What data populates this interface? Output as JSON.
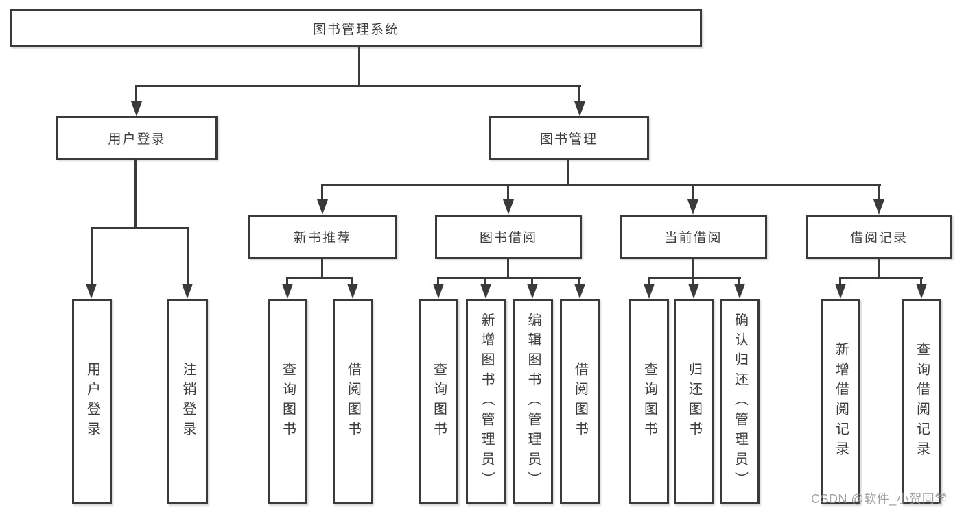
{
  "diagram": {
    "title": "图书管理系统",
    "type": "hierarchy-tree",
    "watermark": "CSDN @软件_小贺同学",
    "colors": {
      "background": "#ffffff",
      "line": "#3a3a3a",
      "box_border": "#3a3a3a",
      "box_background": "#ffffff",
      "text": "#3d3d3d",
      "watermark_text": "#949494"
    }
  },
  "nodes": {
    "root": {
      "label": "图书管理系统"
    },
    "login": {
      "label": "用户登录"
    },
    "mgmt": {
      "label": "图书管理"
    },
    "rec": {
      "label": "新书推荐"
    },
    "borrow": {
      "label": "图书借阅"
    },
    "current": {
      "label": "当前借阅"
    },
    "history": {
      "label": "借阅记录"
    },
    "login_user": {
      "label": "用户登录"
    },
    "login_logout": {
      "label": "注销登录"
    },
    "rec_query": {
      "label": "查询图书"
    },
    "rec_borrow": {
      "label": "借阅图书"
    },
    "borrow_query": {
      "label": "查询图书"
    },
    "borrow_add": {
      "label": "新增图书（管理员）"
    },
    "borrow_edit": {
      "label": "编辑图书（管理员）"
    },
    "borrow_lend": {
      "label": "借阅图书"
    },
    "current_query": {
      "label": "查询图书"
    },
    "current_return": {
      "label": "归还图书"
    },
    "current_confirm": {
      "label": "确认归还（管理员）"
    },
    "history_add": {
      "label": "新增借阅记录"
    },
    "history_query": {
      "label": "查询借阅记录"
    }
  },
  "hierarchy": {
    "图书管理系统": [
      "用户登录",
      "图书管理"
    ],
    "用户登录": [
      "用户登录",
      "注销登录"
    ],
    "图书管理": [
      "新书推荐",
      "图书借阅",
      "当前借阅",
      "借阅记录"
    ],
    "新书推荐": [
      "查询图书",
      "借阅图书"
    ],
    "图书借阅": [
      "查询图书",
      "新增图书（管理员）",
      "编辑图书（管理员）",
      "借阅图书"
    ],
    "当前借阅": [
      "查询图书",
      "归还图书",
      "确认归还（管理员）"
    ],
    "借阅记录": [
      "新增借阅记录",
      "查询借阅记录"
    ]
  }
}
